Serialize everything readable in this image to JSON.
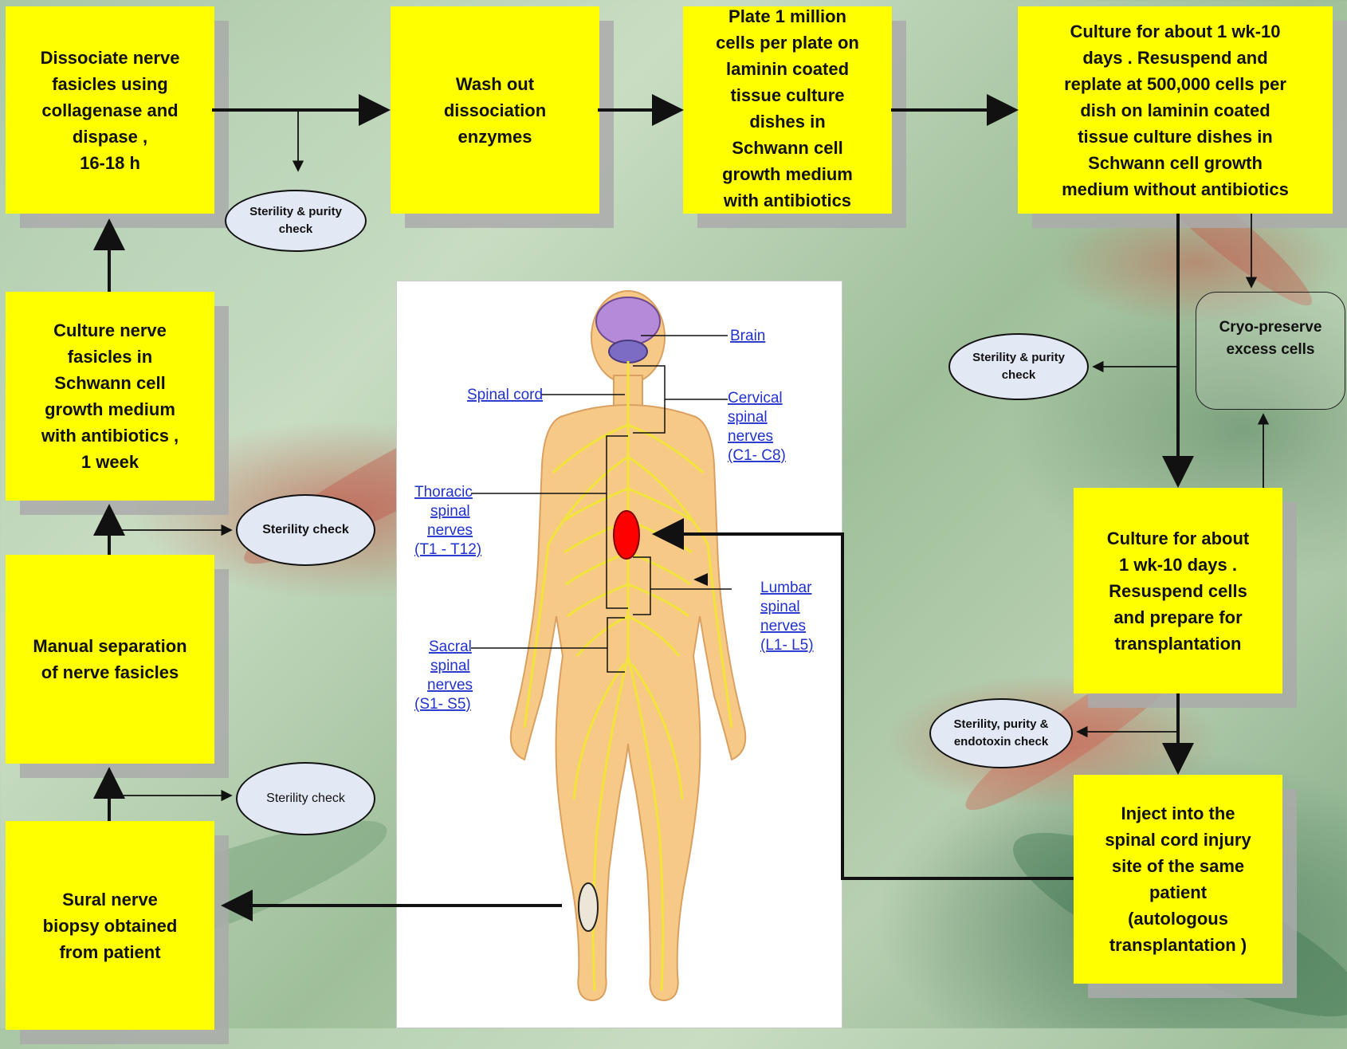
{
  "steps": {
    "dissociate": "Dissociate nerve\nfasicles using\ncollagenase and\ndispase ,\n16-18 h",
    "wash": "Wash out\ndissociation\nenzymes",
    "plate": "Plate 1 million\ncells per plate on\nlaminin coated\ntissue culture\ndishes in\nSchwann cell\ngrowth medium\nwith antibiotics",
    "culture_replate": "Culture for about 1 wk-10\ndays . Resuspend and\nreplate at 500,000 cells per\ndish on laminin coated\ntissue culture dishes in\nSchwann cell growth\nmedium without antibiotics",
    "culture_fasicles": "Culture nerve\nfasicles in\nSchwann cell\ngrowth medium\nwith antibiotics ,\n1 week",
    "manual_separation": "Manual separation\nof nerve fasicles",
    "sural_biopsy": "Sural nerve\nbiopsy obtained\nfrom patient",
    "culture_prepare": "Culture for about\n1 wk-10 days .\nResuspend cells\nand prepare for\ntransplantation",
    "inject": "Inject into the\nspinal cord injury\nsite of the same\npatient\n(autologous\ntransplantation )",
    "cryo": "Cryo-preserve\nexcess cells"
  },
  "checks": {
    "sterility_purity_1": "Sterility & purity\ncheck",
    "sterility_purity_2": "Sterility & purity\ncheck",
    "sterility_1": "Sterility check",
    "sterility_2": "Sterility check",
    "sterility_purity_endotoxin": "Sterility, purity &\nendotoxin check"
  },
  "anatomy_labels": {
    "brain": "Brain",
    "spinal_cord": "Spinal cord",
    "cervical_1": "Cervical",
    "cervical_2": "spinal",
    "cervical_3": "nerves",
    "cervical_4": "(C1- C8)",
    "thoracic_1": "Thoracic",
    "thoracic_2": "spinal",
    "thoracic_3": "nerves",
    "thoracic_4": "(T1 - T12)",
    "lumbar_1": "Lumbar",
    "lumbar_2": "spinal",
    "lumbar_3": "nerves",
    "lumbar_4": "(L1- L5)",
    "sacral_1": "Sacral",
    "sacral_2": "spinal",
    "sacral_3": "nerves",
    "sacral_4": "(S1- S5)"
  },
  "colors": {
    "step_box": "#ffff00",
    "check_oval": "#e2e8f4",
    "nerve": "#f2e43a",
    "injury_site": "#ff0000",
    "label_link": "#2233cc"
  }
}
